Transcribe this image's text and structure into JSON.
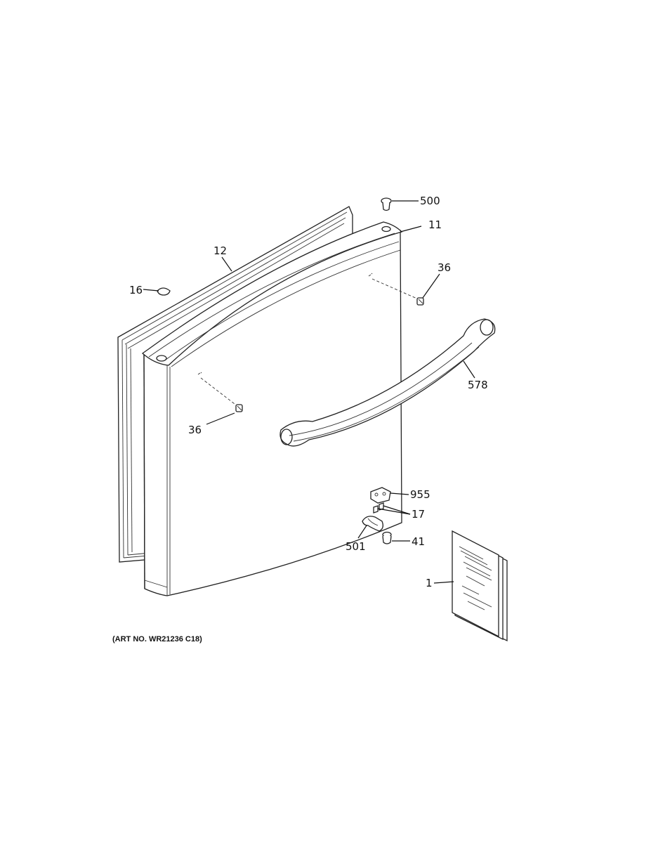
{
  "callouts": {
    "c500": "500",
    "c11": "11",
    "c12": "12",
    "c16": "16",
    "c36_top": "36",
    "c578": "578",
    "c36_left": "36",
    "c955": "955",
    "c17": "17",
    "c501": "501",
    "c41": "41",
    "c1": "1"
  },
  "art_number": "(ART NO. WR21236 C18)"
}
